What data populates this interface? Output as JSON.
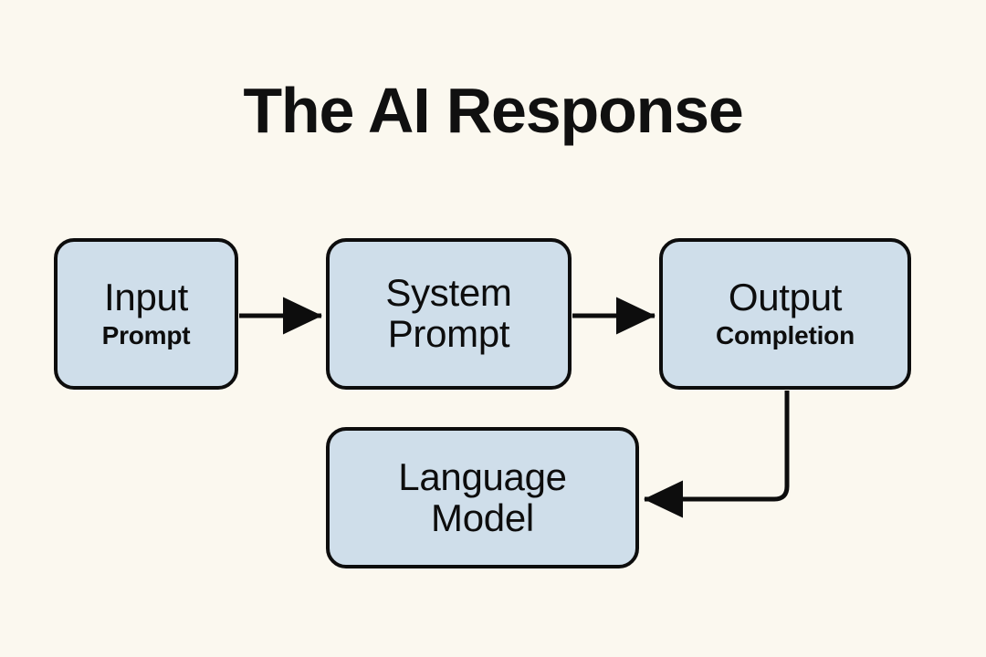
{
  "page": {
    "title": "The AI Response",
    "background_color": "#fbf8ef",
    "node_fill_color": "#cfdeea",
    "node_border_color": "#0d0d0d",
    "text_color": "#0d0d0d"
  },
  "diagram": {
    "type": "flowchart",
    "nodes": [
      {
        "id": "input",
        "primary": "Input",
        "secondary": "Prompt"
      },
      {
        "id": "system",
        "primary": "System\nPrompt",
        "secondary": ""
      },
      {
        "id": "output",
        "primary": "Output",
        "secondary": "Completion"
      },
      {
        "id": "model",
        "primary": "Language\nModel",
        "secondary": ""
      }
    ],
    "edges": [
      {
        "from": "input",
        "to": "system",
        "style": "straight-arrow",
        "direction": "right"
      },
      {
        "from": "system",
        "to": "output",
        "style": "straight-arrow",
        "direction": "right"
      },
      {
        "from": "output",
        "to": "model",
        "style": "elbow-arrow",
        "direction": "down-left"
      }
    ]
  }
}
